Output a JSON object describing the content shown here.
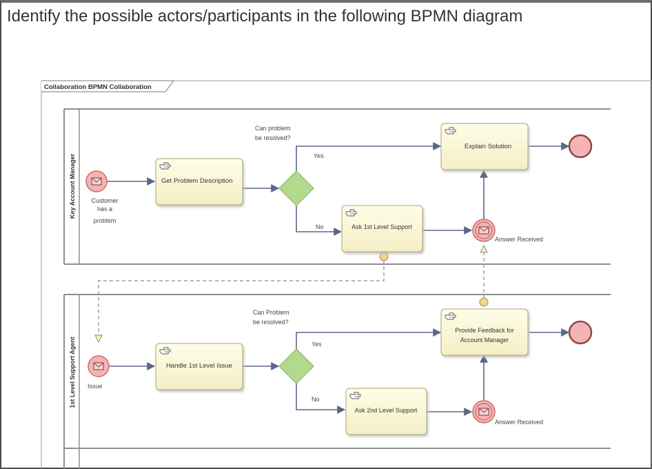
{
  "question": "Identify the possible actors/participants in the following BPMN diagram",
  "diagram": {
    "frame_title": "Collaboration BPMN Collaboration",
    "lanes": [
      {
        "name": "Key Account Manager"
      },
      {
        "name": "1st Level Support Agent"
      }
    ],
    "key_account_manager": {
      "start_event": [
        "Customer",
        "has a",
        "problem"
      ],
      "task_get_problem": "Get Problem Description",
      "gateway_question": [
        "Can problem",
        "be resolved?"
      ],
      "yes": "Yes",
      "no": "No",
      "task_explain": "Explain Solution",
      "task_ask_support": "Ask 1st Level Support",
      "message_event": "Answer Received"
    },
    "support_agent": {
      "start_event": "Issue",
      "task_handle": "Handle 1st Level Issue",
      "gateway_question": [
        "Can Problem",
        "be resolved?"
      ],
      "yes": "Yes",
      "no": "No",
      "task_feedback": [
        "Provide Feedback for",
        "Account Manager"
      ],
      "task_ask_2nd": "Ask 2nd Level Support",
      "message_event": "Answer Received"
    },
    "colors": {
      "task_fill": "#fdfbd9",
      "task_border": "#a7a27a",
      "event_fill": "#f5b4b4",
      "event_border": "#c96b6b",
      "gateway_fill": "#b3d98c",
      "gateway_border": "#8db86a",
      "flow": "#5b6787",
      "message_flow": "#8a8a8a",
      "lane_border": "#8e8e8e",
      "marker_fill": "#f3d58a"
    }
  }
}
